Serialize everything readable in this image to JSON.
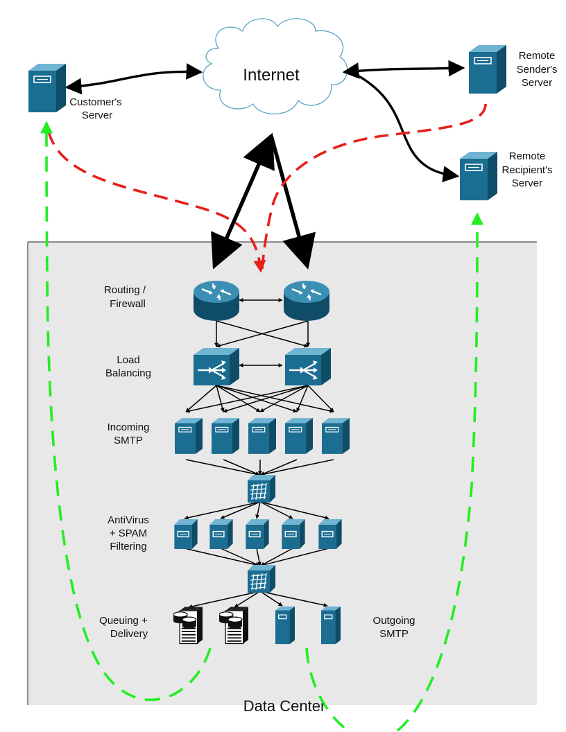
{
  "colors": {
    "device_blue": "#1b6d91",
    "device_dark": "#0e4c68",
    "device_light": "#4f9cbd",
    "datacenter_bg": "#e8e8e8",
    "red_dashed": "#e8201c",
    "green_dashed": "#22ee22",
    "black_link": "#000000"
  },
  "cloud": {
    "label": "Internet"
  },
  "external": {
    "customer": {
      "line1": "Customer's",
      "line2": "Server"
    },
    "remote_sender": {
      "line1": "Remote",
      "line2": "Sender's",
      "line3": "Server"
    },
    "remote_recipient": {
      "line1": "Remote",
      "line2": "Recipient's",
      "line3": "Server"
    }
  },
  "tiers": {
    "routing": {
      "line1": "Routing /",
      "line2": "Firewall"
    },
    "load": {
      "line1": "Load",
      "line2": "Balancing"
    },
    "incoming": {
      "line1": "Incoming",
      "line2": "SMTP"
    },
    "antivirus": {
      "line1": "AntiVirus",
      "line2": "+ SPAM",
      "line3": "Filtering"
    },
    "queuing": {
      "line1": "Queuing +",
      "line2": "Delivery"
    },
    "outgoing": {
      "line1": "Outgoing",
      "line2": "SMTP"
    }
  },
  "datacenter": {
    "label": "Data Center"
  },
  "icons": {
    "server": "server-tower-icon",
    "router": "router-icon",
    "load_balancer": "load-balancer-icon",
    "switch": "switch-icon",
    "storage": "storage-server-icon"
  }
}
